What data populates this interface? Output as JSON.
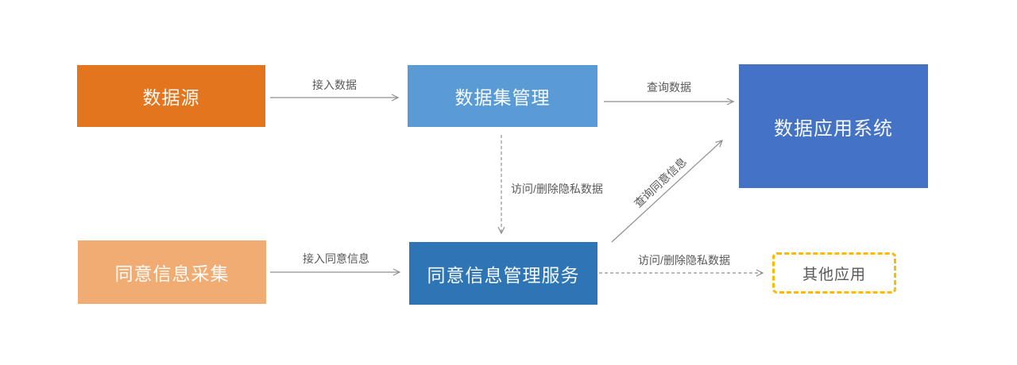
{
  "diagram": {
    "nodes": {
      "data_source": {
        "label": "数据源",
        "color": "#E2751D"
      },
      "dataset_mgmt": {
        "label": "数据集管理",
        "color": "#5B9BD5"
      },
      "data_app_system": {
        "label": "数据应用系统",
        "color": "#4472C4"
      },
      "consent_collect": {
        "label": "同意信息采集",
        "color": "#F0AC72"
      },
      "consent_mgmt": {
        "label": "同意信息管理服务",
        "color": "#2E75B6"
      },
      "other_apps": {
        "label": "其他应用",
        "border_color": "#FFB900"
      }
    },
    "edges": {
      "access_data": {
        "label": "接入数据",
        "style": "solid"
      },
      "query_data": {
        "label": "查询数据",
        "style": "solid"
      },
      "access_delete_private_v": {
        "label": "访问/删除隐私数据",
        "style": "dashed"
      },
      "query_consent": {
        "label": "查询同意信息",
        "style": "solid"
      },
      "access_consent": {
        "label": "接入同意信息",
        "style": "solid"
      },
      "access_delete_private_h": {
        "label": "访问/删除隐私数据",
        "style": "dashed"
      }
    },
    "colors": {
      "line_gray": "#8f8f8f",
      "label_gray": "#595959"
    }
  }
}
